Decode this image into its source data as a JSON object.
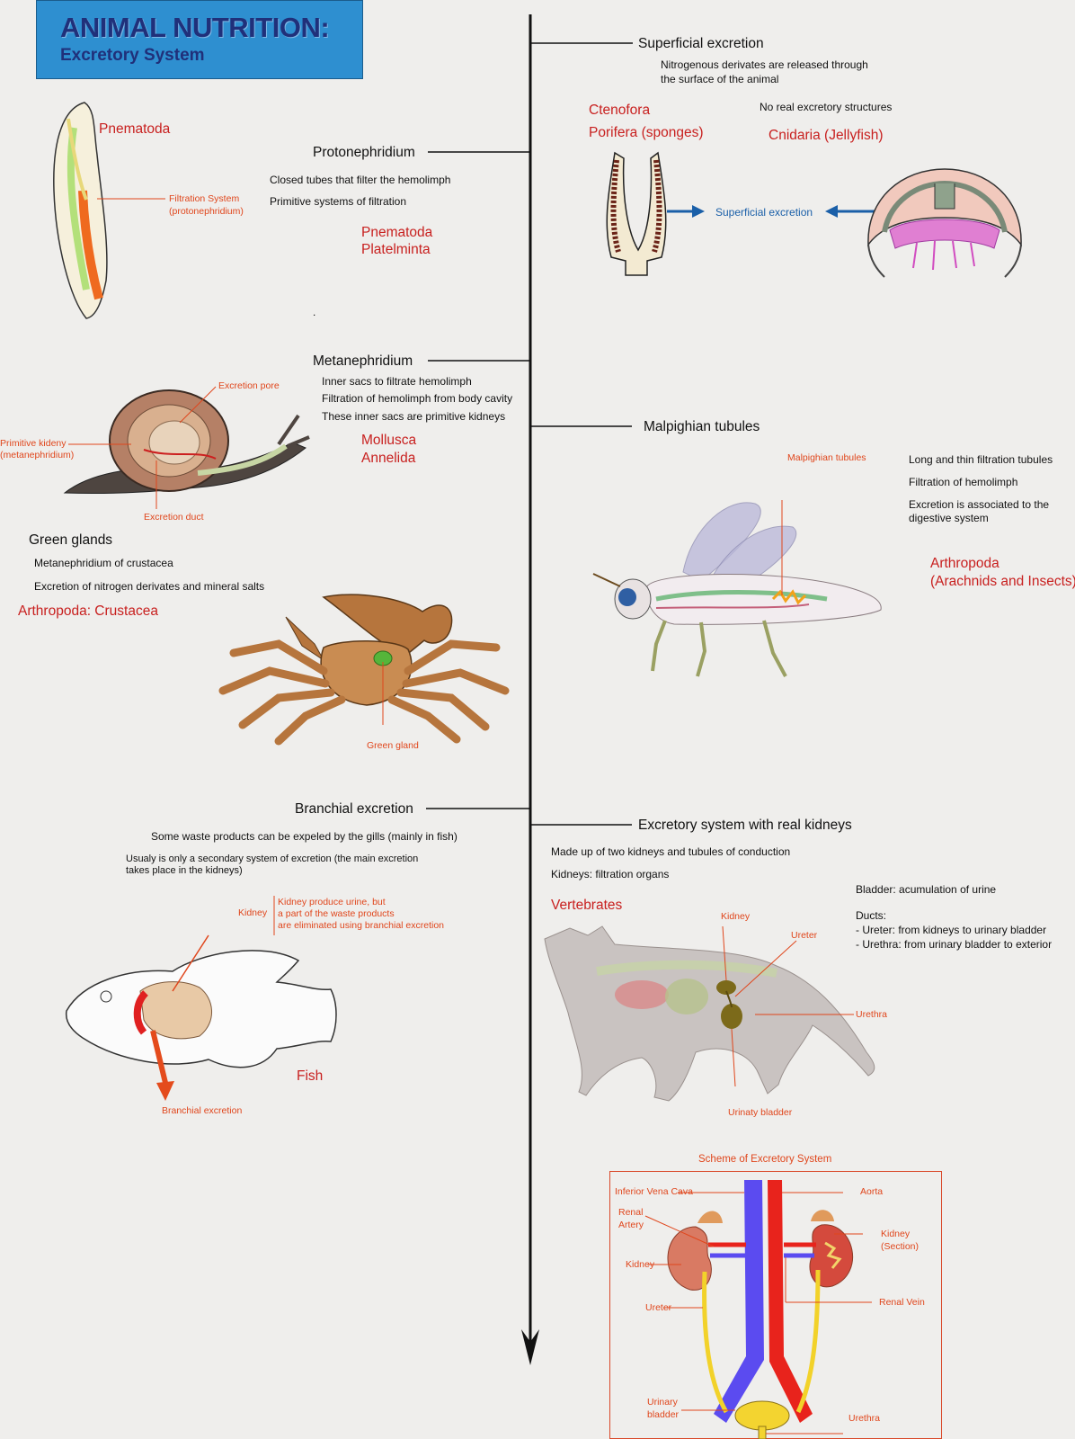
{
  "title": {
    "main": "ANIMAL NUTRITION:",
    "sub": "Excretory System"
  },
  "sections": {
    "superficial": {
      "heading": "Superficial excretion",
      "desc": [
        "Nitrogenous derivates are released through",
        "the surface of the animal"
      ],
      "note": "No real excretory structures",
      "groups": [
        "Ctenofora",
        "Porifera (sponges)",
        "Cnidaria (Jellyfish)"
      ],
      "diagram_label": "Superficial excretion"
    },
    "protonephridium": {
      "heading": "Protonephridium",
      "desc": [
        "Closed tubes that filter the hemolimph",
        "Primitive systems of filtration"
      ],
      "groups": [
        "Pnematoda",
        "Platelminta"
      ],
      "worm_title": "Pnematoda",
      "worm_label": [
        "Filtration System",
        "(protonephridium)"
      ],
      "dot": "."
    },
    "metanephridium": {
      "heading": "Metanephridium",
      "desc": [
        "Inner sacs to filtrate hemolimph",
        "Filtration of hemolimph from body cavity",
        "These inner sacs are primitive kidneys"
      ],
      "groups": [
        "Mollusca",
        "Annelida"
      ],
      "labels": {
        "pore": "Excretion pore",
        "kidney": [
          "Primitive kideny",
          "(metanephridium)"
        ],
        "duct": "Excretion duct"
      }
    },
    "green_glands": {
      "heading": "Green glands",
      "desc": [
        "Metanephridium of crustacea",
        "Excretion of nitrogen derivates and mineral salts"
      ],
      "group": "Arthropoda: Crustacea",
      "label": "Green gland"
    },
    "malpighian": {
      "heading": "Malpighian tubules",
      "label": "Malpighian tubules",
      "desc": [
        "Long and thin filtration tubules",
        "Filtration of hemolimph",
        "Excretion is associated to the",
        "digestive system"
      ],
      "groups": [
        "Arthropoda",
        "(Arachnids and Insects)"
      ]
    },
    "branchial": {
      "heading": "Branchial excretion",
      "desc": [
        "Some waste products can be expeled by the gills (mainly in fish)",
        "Usualy is only a secondary system of excretion (the main excretion",
        "takes place in the kidneys)"
      ],
      "kidney_label": "Kidney",
      "kidney_note": [
        "Kidney produce urine, but",
        "a part of the waste products",
        "are eliminated using branchial excretion"
      ],
      "group": "Fish",
      "arrow_label": "Branchial excretion"
    },
    "kidneys": {
      "heading": "Excretory system with real kidneys",
      "desc": [
        "Made up of two kidneys and tubules of conduction",
        "Kidneys: filtration organs"
      ],
      "group": "Vertebrates",
      "bladder": "Bladder: acumulation of urine",
      "ducts": [
        "Ducts:",
        "- Ureter: from kidneys to urinary bladder",
        "- Urethra: from urinary bladder to exterior"
      ],
      "cat_labels": {
        "kidney": "Kidney",
        "ureter": "Ureter",
        "urethra": "Urethra",
        "bladder": "Urinaty bladder"
      }
    },
    "scheme": {
      "title": "Scheme of Excretory System",
      "labels": {
        "ivc": "Inferior Vena Cava",
        "aorta": "Aorta",
        "renal_artery": [
          "Renal",
          "Artery"
        ],
        "kidney_section": [
          "Kidney",
          "(Section)"
        ],
        "kidney": "Kidney",
        "renal_vein": "Renal Vein",
        "ureter": "Ureter",
        "bladder": [
          "Urinary",
          "bladder"
        ],
        "urethra": "Urethra"
      }
    }
  },
  "colors": {
    "red": "#c8201f",
    "orange": "#e0461c",
    "blue": "#1a5fa8",
    "title_bg": "#2e8fd0",
    "title_text": "#20307a"
  }
}
